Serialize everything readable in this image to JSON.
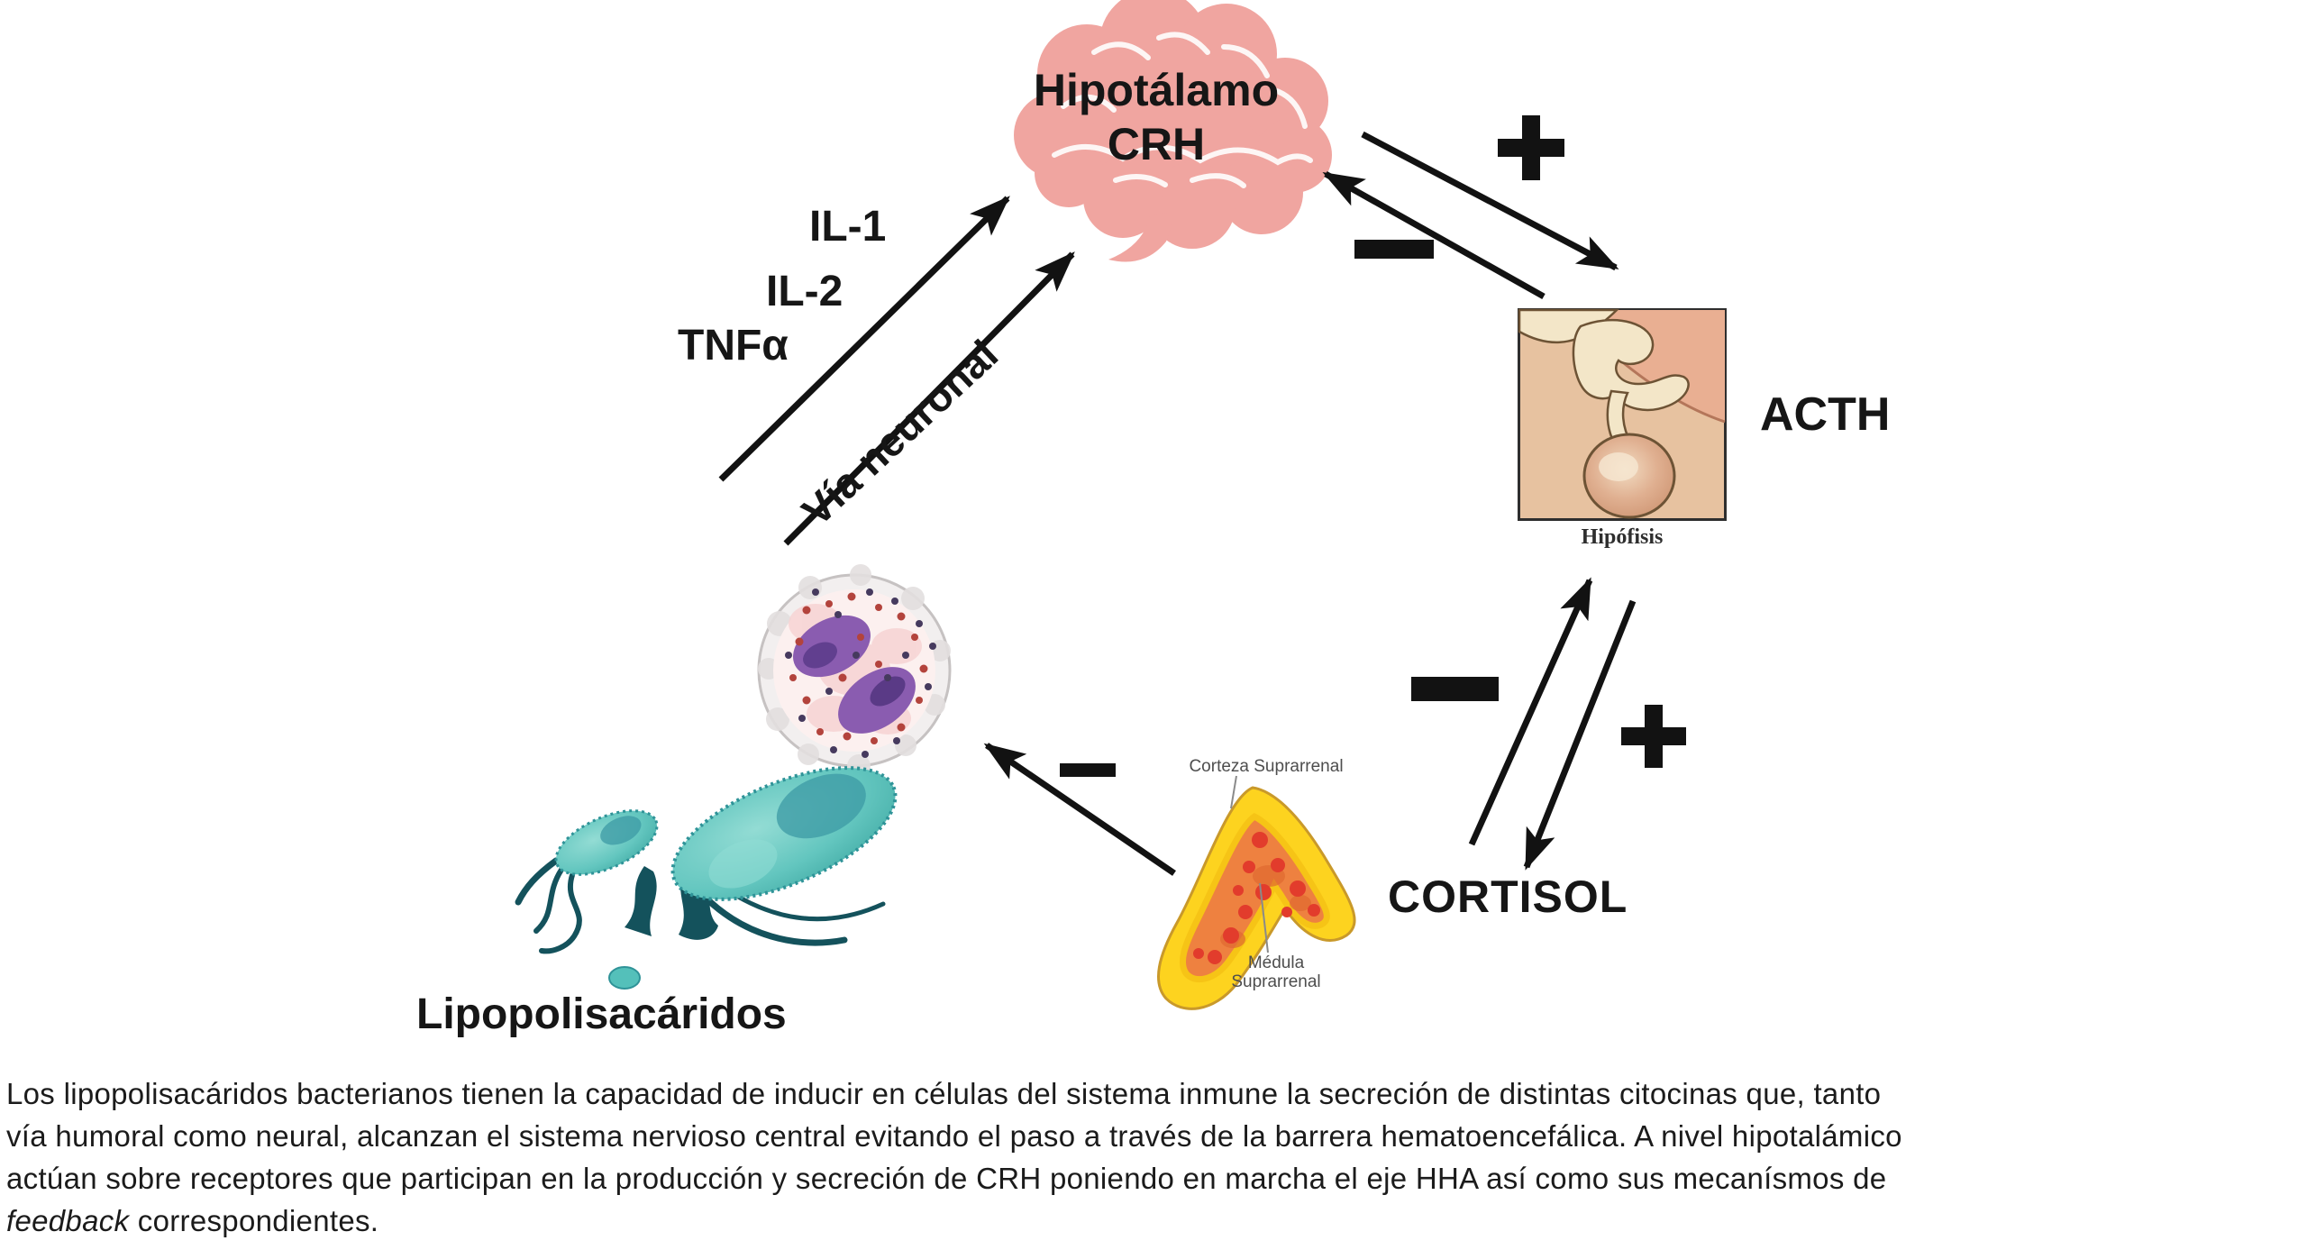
{
  "diagram": {
    "brain": {
      "title": "Hipotálamo",
      "hormone": "CRH"
    },
    "pituitary": {
      "caption": "Hipófisis",
      "hormone": "ACTH"
    },
    "adrenal": {
      "cortex_label": "Corteza Suprarrenal",
      "medulla_label": "Médula Suprarrenal",
      "hormone": "CORTISOL"
    },
    "cytokines": {
      "il1": "IL-1",
      "il2": "IL-2",
      "tnfa": "TNFα"
    },
    "neural_path_label": "Vía neuronal",
    "bacteria_label": "Lipopolisacáridos",
    "signs": {
      "crh_stimulates_pituitary": "+",
      "feedback_to_hypothalamus": "−",
      "cortisol_feedback_to_pituitary": "−",
      "acth_stimulates_adrenal": "+",
      "cortisol_inhibits_immune_cell": "−"
    },
    "colors": {
      "brain_pink": "#f0a5a0",
      "adrenal_cortex_yellow": "#fdd31f",
      "adrenal_medulla_orange": "#ee8140",
      "bacteria_teal": "#5fc3bd",
      "arrow_black": "#121212"
    }
  },
  "caption": {
    "line1": "Los lipopolisacáridos bacterianos tienen la capacidad de inducir en células del sistema inmune la secreción de distintas citocinas que, tanto",
    "line2": "vía humoral como neural, alcanzan el sistema nervioso central evitando el paso a través de la barrera hematoencefálica. A nivel hipotalámico",
    "line3": "actúan sobre receptores que participan en la producción y secreción de CRH poniendo en marcha el eje HHA así como sus mecanísmos de",
    "line4_italic": "feedback",
    "line4_rest": " correspondientes."
  }
}
